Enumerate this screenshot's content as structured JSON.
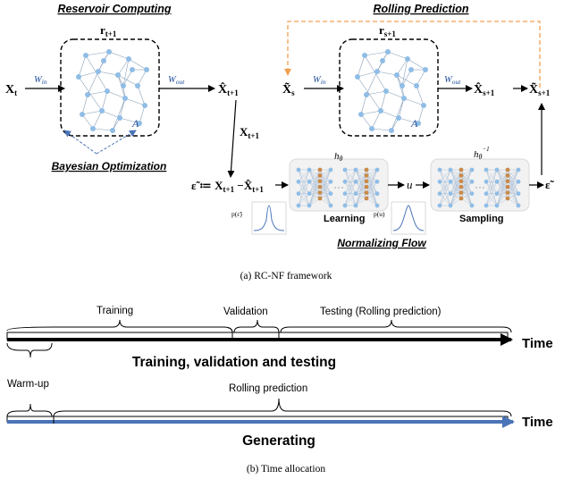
{
  "panel_a": {
    "reservoir_title": "Reservoir Computing",
    "rolling_title": "Rolling Prediction",
    "bayes_title": "Bayesian Optimization",
    "nf_title": "Normalizing Flow",
    "r_t1": "r",
    "r_t1_sub": "t+1",
    "r_s1": "r",
    "r_s1_sub": "s+1",
    "x_t": "X",
    "x_t_sub": "t",
    "w_in": "W",
    "w_in_sub": "in",
    "w_out": "W",
    "w_out_sub": "out",
    "a_label": "A",
    "xhat_t1": "X̂",
    "xhat_t1_sub": "t+1",
    "x_t1_label": "X",
    "x_t1_sub": "t+1",
    "xtilde_s": "X̃",
    "xtilde_s_sub": "s",
    "xhat_s1": "X̂",
    "xhat_s1_sub": "s+1",
    "xtilde_s1": "X̃",
    "xtilde_s1_sub": "s+1",
    "eps_eq_lhs": "ε̃ ≔ X",
    "eps_eq_sub1": "t+1",
    "eps_eq_minus": " −X̂",
    "eps_eq_sub2": "t+1",
    "h_theta": "h",
    "h_theta_sub": "θ",
    "h_theta_inv": "h",
    "h_theta_inv_sub": "θ",
    "h_theta_inv_sup": "−1",
    "u": "u",
    "eps_out": "ε̃",
    "p_eps": "p(ε̃)",
    "p_u": "p(u)",
    "learning": "Learning",
    "sampling": "Sampling",
    "caption": "(a)  RC-NF framework"
  },
  "panel_b": {
    "training": "Training",
    "validation": "Validation",
    "testing": "Testing (Rolling prediction)",
    "time1": "Time",
    "subtitle1": "Training, validation and testing",
    "warmup": "Warm-up",
    "rolling": "Rolling prediction",
    "time2": "Time",
    "subtitle2": "Generating",
    "caption": "(b)  Time allocation"
  },
  "colors": {
    "node": "#8fbde6",
    "edge": "#8aa0b8",
    "rolling_arrow": "#f0a050",
    "title_blue": "#1f4e9a",
    "blue_bar": "#4a74b8",
    "nn_node": "#c98a4a",
    "nn_box": "#d9d9d9"
  }
}
